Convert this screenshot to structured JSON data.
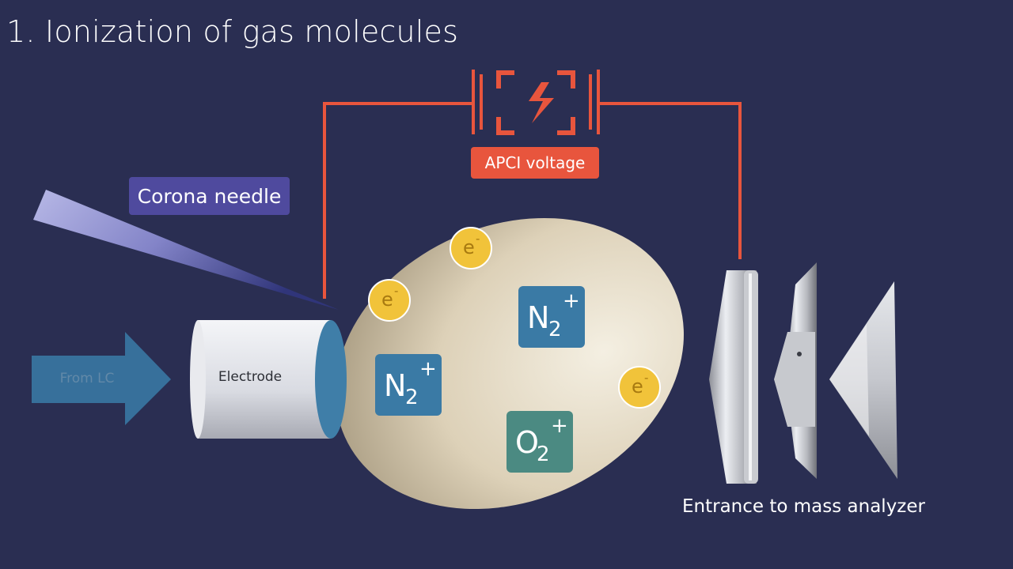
{
  "title": "1. Ionization of gas molecules",
  "labels": {
    "apci_voltage": "APCI voltage",
    "corona_needle": "Corona needle",
    "electrode": "Electrode",
    "from_lc": "From LC",
    "entrance": "Entrance to mass analyzer"
  },
  "ions": [
    {
      "base": "N",
      "sub": "2",
      "charge": "+"
    },
    {
      "base": "N",
      "sub": "2",
      "charge": "+"
    },
    {
      "base": "O",
      "sub": "2",
      "charge": "+"
    }
  ],
  "electrons": [
    {
      "symbol": "e",
      "charge": "-"
    },
    {
      "symbol": "e",
      "charge": "-"
    },
    {
      "symbol": "e",
      "charge": "-"
    }
  ],
  "colors": {
    "background": "#2a2e52",
    "circuit": "#e8553d",
    "corona_label": "#4f4a9e",
    "n2_ion": "#3a7aa5",
    "o2_ion": "#4b8a82",
    "electron": "#f1c33a",
    "plume": "#d8cbb0"
  },
  "icons": [
    "lightning-icon",
    "capacitor-icon",
    "arrow-right-icon"
  ]
}
